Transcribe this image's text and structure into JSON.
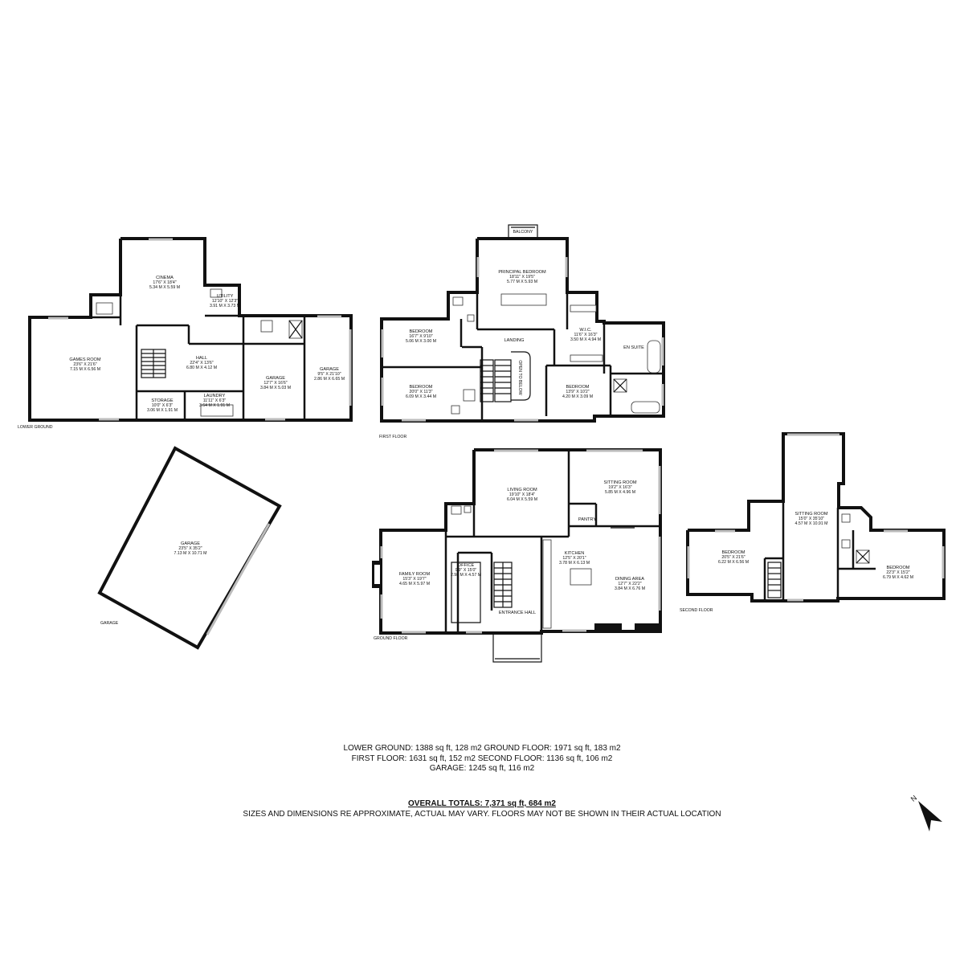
{
  "floors": {
    "lower_ground": {
      "label": "LOWER GROUND",
      "rooms": [
        {
          "name": "CINEMA",
          "imperial": "17'6\" X 18'4\"",
          "metric": "5.34 M X 5.59 M"
        },
        {
          "name": "UTILITY",
          "imperial": "12'10\" X 12'3\"",
          "metric": "3.91 M X 3.73 M"
        },
        {
          "name": "GAMES ROOM",
          "imperial": "23'6\" X 21'6\"",
          "metric": "7.15 M X 6.56 M"
        },
        {
          "name": "HALL",
          "imperial": "22'4\" X 13'6\"",
          "metric": "6.80 M X 4.12 M"
        },
        {
          "name": "GARAGE",
          "imperial": "12'7\" X 16'6\"",
          "metric": "3.84 M X 5.03 M"
        },
        {
          "name": "GARAGE",
          "imperial": "9'5\" X 21'10\"",
          "metric": "2.86 M X 6.65 M"
        },
        {
          "name": "STORAGE",
          "imperial": "10'0\" X 6'3\"",
          "metric": "3.06 M X 1.91 M"
        },
        {
          "name": "LAUNDRY",
          "imperial": "11'11\" X 6'3\"",
          "metric": "3.64 M X 1.91 M"
        }
      ]
    },
    "garage": {
      "label": "GARAGE",
      "rooms": [
        {
          "name": "GARAGE",
          "imperial": "23'5\" X 35'2\"",
          "metric": "7.13 M X 10.71 M"
        }
      ]
    },
    "first_floor": {
      "label": "FIRST FLOOR",
      "rooms": [
        {
          "name": "BALCONY"
        },
        {
          "name": "PRINCIPAL BEDROOM",
          "imperial": "18'11\" X 19'5\"",
          "metric": "5.77 M X 5.93 M"
        },
        {
          "name": "BEDROOM",
          "imperial": "16'7\" X 9'10\"",
          "metric": "5.06 M X 3.00 M"
        },
        {
          "name": "W.I.C.",
          "imperial": "11'6\" X 16'3\"",
          "metric": "3.50 M X 4.94 M"
        },
        {
          "name": "EN SUITE"
        },
        {
          "name": "LANDING"
        },
        {
          "name": "BEDROOM",
          "imperial": "20'0\" X 11'3\"",
          "metric": "6.09 M X 3.44 M"
        },
        {
          "name": "OPEN TO BELOW"
        },
        {
          "name": "BEDROOM",
          "imperial": "13'9\" X 10'2\"",
          "metric": "4.20 M X 3.09 M"
        }
      ]
    },
    "ground_floor": {
      "label": "GROUND FLOOR",
      "rooms": [
        {
          "name": "LIVING ROOM",
          "imperial": "19'10\" X 18'4\"",
          "metric": "6.04 M X 5.59 M"
        },
        {
          "name": "SITTING ROOM",
          "imperial": "19'2\" X 16'3\"",
          "metric": "5.85 M X 4.96 M"
        },
        {
          "name": "PANTRY"
        },
        {
          "name": "KITCHEN",
          "imperial": "12'5\" X 20'1\"",
          "metric": "3.78 M X 6.13 M"
        },
        {
          "name": "FAMILY ROOM",
          "imperial": "15'3\" X 19'7\"",
          "metric": "4.65 M X 5.97 M"
        },
        {
          "name": "OFFICE",
          "imperial": "9'9\" X 15'0\"",
          "metric": "2.98 M X 4.57 M"
        },
        {
          "name": "DINING AREA",
          "imperial": "12'7\" X 22'2\"",
          "metric": "3.84 M X 6.76 M"
        },
        {
          "name": "ENTRANCE HALL"
        }
      ]
    },
    "second_floor": {
      "label": "SECOND FLOOR",
      "rooms": [
        {
          "name": "SITTING ROOM",
          "imperial": "15'0\" X 35'10\"",
          "metric": "4.57 M X 10.91 M"
        },
        {
          "name": "BEDROOM",
          "imperial": "20'5\" X 21'6\"",
          "metric": "6.22 M X 6.56 M"
        },
        {
          "name": "BEDROOM",
          "imperial": "22'3\" X 15'2\"",
          "metric": "6.79 M X 4.62 M"
        }
      ]
    }
  },
  "summary": {
    "line1": "LOWER GROUND: 1388 sq ft, 128 m2 GROUND FLOOR: 1971 sq ft, 183 m2",
    "line2": "FIRST FLOOR: 1631 sq ft, 152 m2  SECOND FLOOR: 1136 sq ft, 106 m2",
    "line3": "GARAGE: 1245 sq ft, 116 m2",
    "totals": "OVERALL TOTALS: 7,371 sq ft, 684 m2",
    "disclaimer": "SIZES AND DIMENSIONS RE APPROXIMATE, ACTUAL MAY VARY. FLOORS MAY NOT BE SHOWN IN THEIR ACTUAL LOCATION"
  },
  "compass": {
    "label": "N",
    "icon": "north-arrow-icon"
  }
}
